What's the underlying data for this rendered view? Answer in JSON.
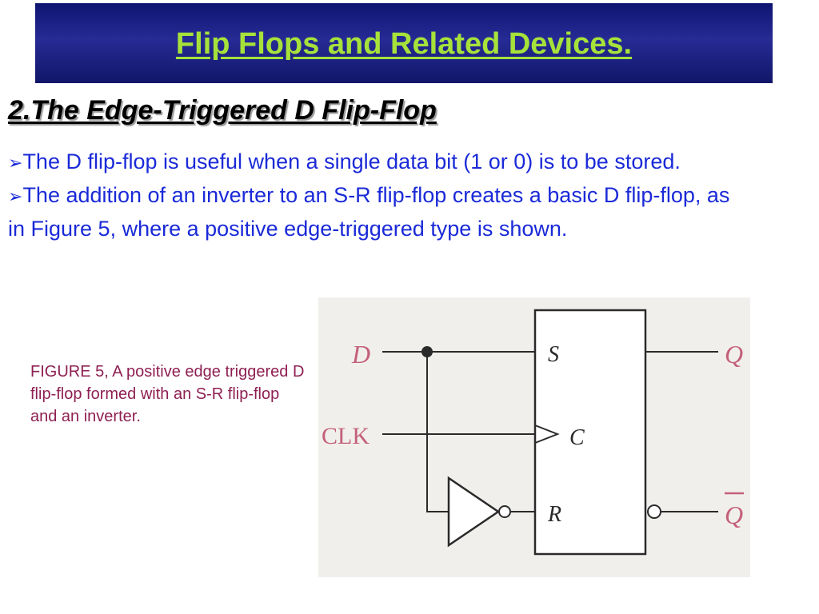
{
  "slide": {
    "title": "Flip Flops and Related Devices.",
    "subtitle": "2.The Edge-Triggered D Flip-Flop",
    "bullet_marker": "➢",
    "bullets": [
      "The D flip-flop is useful when a single data bit (1 or 0) is to be stored.",
      "The addition of an inverter to an S-R flip-flop creates a basic D flip-flop, as in Figure 5, where a positive edge-triggered type is shown."
    ],
    "caption": "FIGURE 5, A positive edge triggered D flip-flop formed with an S-R flip-flop and an inverter."
  },
  "figure": {
    "input_d": "D",
    "input_clk": "CLK",
    "pin_s": "S",
    "pin_c": "C",
    "pin_r": "R",
    "output_q": "Q",
    "output_qbar": "Q",
    "colors": {
      "terminal_label": "#c4607a",
      "wire": "#2a2a2a",
      "background": "#f1efec"
    }
  }
}
